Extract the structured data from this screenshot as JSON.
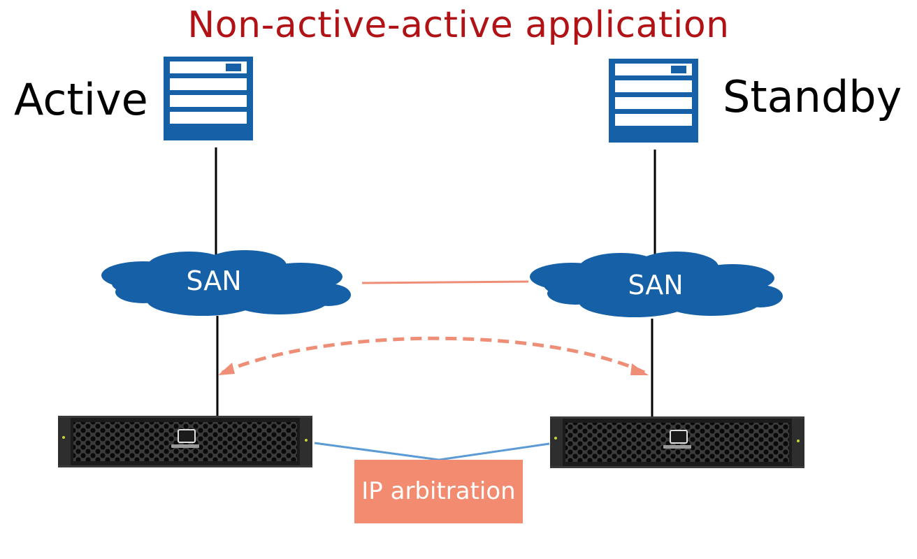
{
  "title": "Non-active-active application",
  "nodes": {
    "active": {
      "label": "Active"
    },
    "standby": {
      "label": "Standby"
    }
  },
  "networks": {
    "left": {
      "label": "SAN"
    },
    "right": {
      "label": "SAN"
    }
  },
  "arbitration": {
    "label": "IP arbitration"
  },
  "colors": {
    "title": "#b11216",
    "server": "#1560a6",
    "cloud": "#1560a6",
    "san_link": "#ee8e76",
    "replication": "#ee8e76",
    "arbitration_box": "#f28b6f",
    "arbitration_link": "#5b9bd5",
    "cable": "#000000"
  },
  "icons": {
    "server": "server-icon",
    "network": "cloud-icon",
    "storage": "storage-array-icon"
  }
}
